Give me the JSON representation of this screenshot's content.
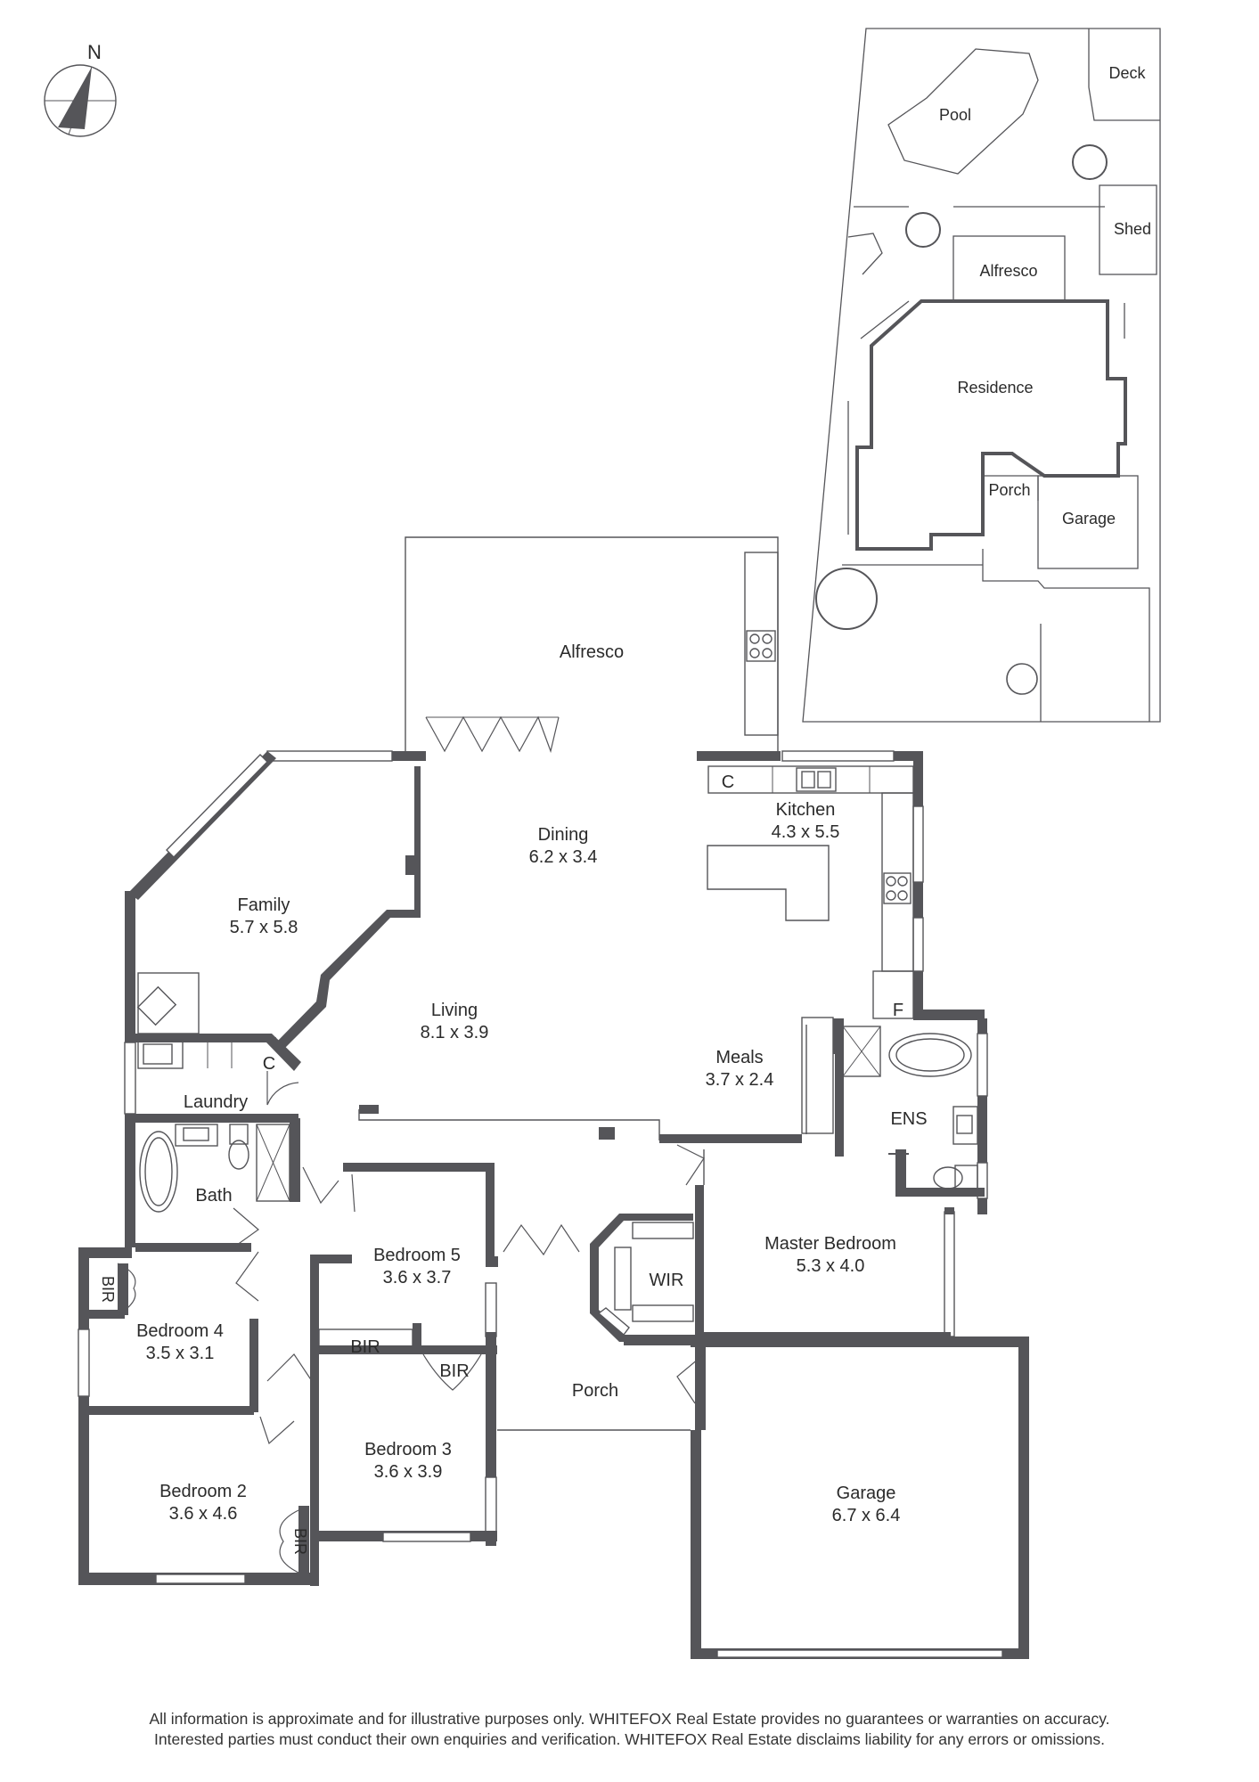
{
  "compass": {
    "label": "N"
  },
  "site_plan": {
    "labels": {
      "pool": "Pool",
      "deck": "Deck",
      "shed": "Shed",
      "alfresco": "Alfresco",
      "residence": "Residence",
      "porch": "Porch",
      "garage": "Garage"
    }
  },
  "rooms": {
    "alfresco": {
      "name": "Alfresco"
    },
    "dining": {
      "name": "Dining",
      "size": "6.2 x 3.4"
    },
    "kitchen": {
      "name": "Kitchen",
      "size": "4.3 x 5.5"
    },
    "family": {
      "name": "Family",
      "size": "5.7 x 5.8"
    },
    "living": {
      "name": "Living",
      "size": "8.1 x 3.9"
    },
    "meals": {
      "name": "Meals",
      "size": "3.7 x 2.4"
    },
    "laundry": {
      "name": "Laundry"
    },
    "bath": {
      "name": "Bath"
    },
    "ens": {
      "name": "ENS"
    },
    "master": {
      "name": "Master Bedroom",
      "size": "5.3 x 4.0"
    },
    "wir": {
      "name": "WIR"
    },
    "bedroom5": {
      "name": "Bedroom 5",
      "size": "3.6 x 3.7"
    },
    "bedroom4": {
      "name": "Bedroom 4",
      "size": "3.5 x 3.1"
    },
    "bedroom3": {
      "name": "Bedroom 3",
      "size": "3.6 x 3.9"
    },
    "bedroom2": {
      "name": "Bedroom 2",
      "size": "3.6 x 4.6"
    },
    "porch": {
      "name": "Porch"
    },
    "garage": {
      "name": "Garage",
      "size": "6.7 x 6.4"
    }
  },
  "fixtures": {
    "cupboard_kitchen": "C",
    "cupboard_laundry": "C",
    "fridge": "F",
    "bir": "BIR"
  },
  "disclaimer": {
    "line1": "All information is approximate and for illustrative purposes only. WHITEFOX Real Estate provides no guarantees or warranties on accuracy.",
    "line2": "Interested parties must conduct their own enquiries and verification. WHITEFOX Real Estate disclaims liability for any errors or omissions."
  }
}
